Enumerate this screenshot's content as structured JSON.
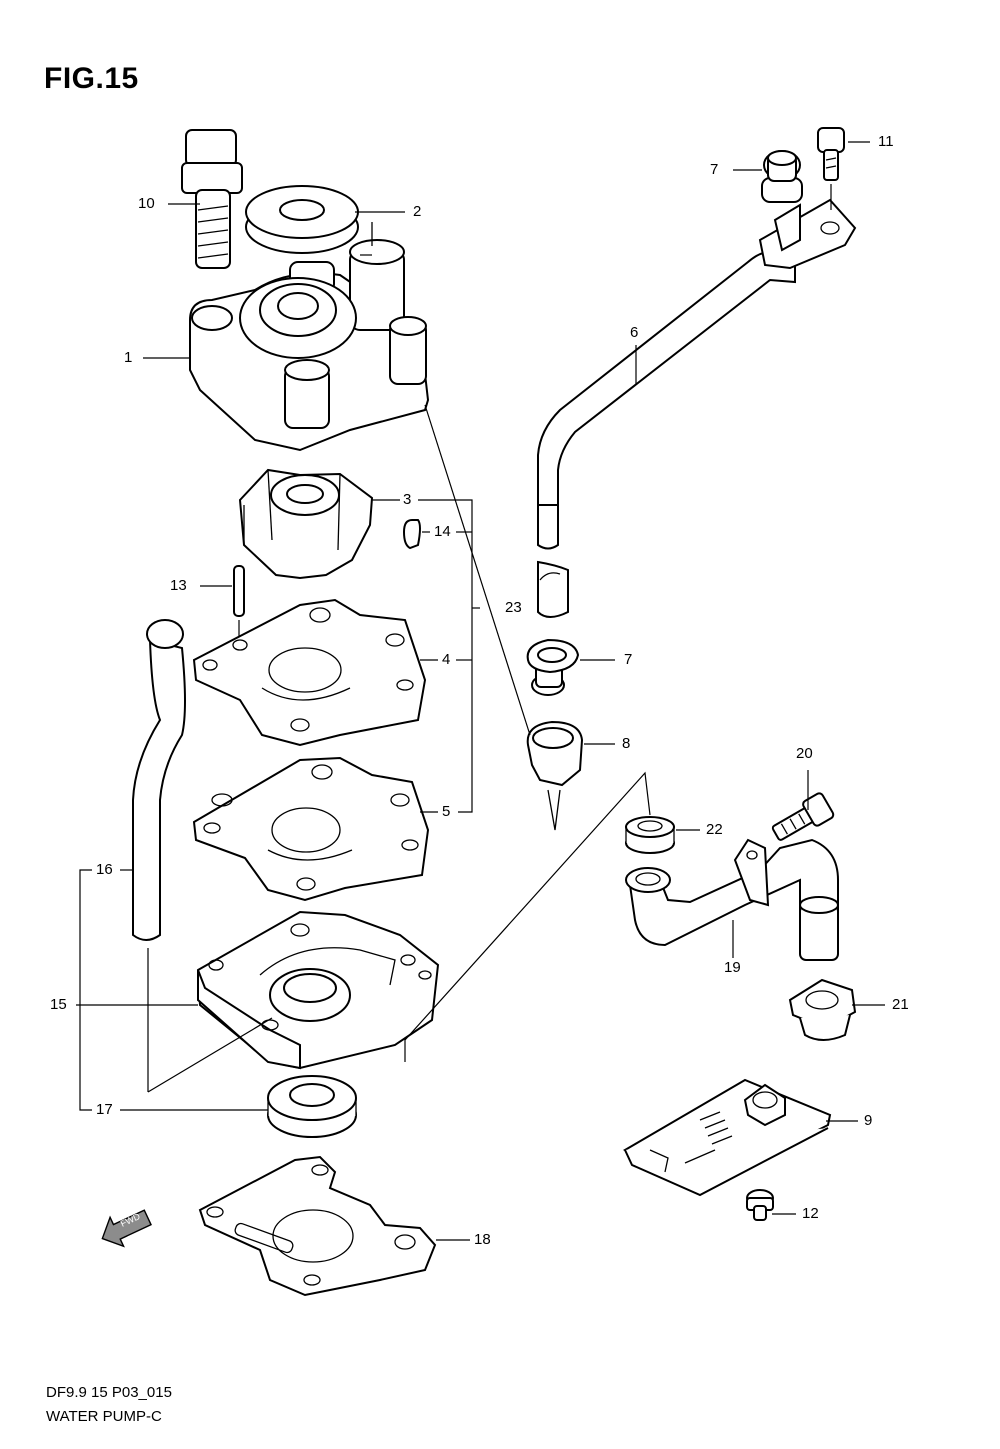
{
  "figure": {
    "title": "FIG.15"
  },
  "caption": {
    "code": "DF9.9 15 P03_015",
    "name": "WATER PUMP-C"
  },
  "fwd_badge": "FWD",
  "callouts": {
    "c1": "1",
    "c2": "2",
    "c3": "3",
    "c4": "4",
    "c5": "5",
    "c6": "6",
    "c7a": "7",
    "c7b": "7",
    "c8": "8",
    "c9": "9",
    "c10": "10",
    "c11": "11",
    "c12": "12",
    "c13": "13",
    "c14": "14",
    "c15": "15",
    "c16": "16",
    "c17": "17",
    "c18": "18",
    "c19": "19",
    "c20": "20",
    "c21": "21",
    "c22": "22",
    "c23": "23"
  }
}
